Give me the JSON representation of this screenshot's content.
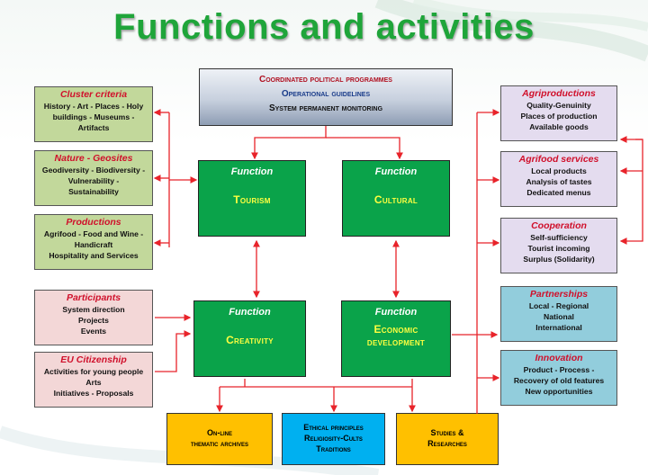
{
  "slide": {
    "title": "Functions and activities"
  },
  "colors": {
    "title": "#1fa53a",
    "function_box": "#0aa34a",
    "function_name": "#ffff40",
    "arrow": "#e8232a",
    "heading": "#d0102b"
  },
  "top_box": {
    "line1": "Coordinated political programmes",
    "line2": "Operational guidelines",
    "line3": "System permanent monitoring"
  },
  "left_boxes": [
    {
      "heading": "Cluster criteria",
      "lines": [
        "History - Art - Places - Holy",
        "buildings - Museums -",
        "Artifacts"
      ]
    },
    {
      "heading": "Nature - Geosites",
      "lines": [
        "Geodiversity - Biodiversity -",
        "Vulnerability -",
        "Sustainability"
      ]
    },
    {
      "heading": "Productions",
      "lines": [
        "Agrifood - Food and Wine -",
        "Handicraft",
        "Hospitality and Services"
      ]
    },
    {
      "heading": "Participants",
      "lines": [
        "System direction",
        "Projects",
        "Events"
      ]
    },
    {
      "heading": "EU Citizenship",
      "lines": [
        "Activities for young people",
        "Arts",
        "Initiatives - Proposals"
      ]
    }
  ],
  "right_boxes": [
    {
      "heading": "Agriproductions",
      "lines": [
        "Quality-Genuinity",
        "Places of production",
        "Available goods"
      ]
    },
    {
      "heading": "Agrifood services",
      "lines": [
        "Local products",
        "Analysis of tastes",
        "Dedicated menus"
      ]
    },
    {
      "heading": "Cooperation",
      "lines": [
        "Self-sufficiency",
        "Tourist incoming",
        "Surplus (Solidarity)"
      ]
    },
    {
      "heading": "Partnerships",
      "lines": [
        "Local - Regional",
        "National",
        "International"
      ]
    },
    {
      "heading": "Innovation",
      "lines": [
        "Product - Process -",
        "Recovery of old features",
        "New opportunities"
      ]
    }
  ],
  "functions": [
    {
      "label": "Function",
      "name": "Tourism"
    },
    {
      "label": "Function",
      "name": "Cultural"
    },
    {
      "label": "Function",
      "name": "Creativity"
    },
    {
      "label": "Function",
      "name": "Economic",
      "name2": "development"
    }
  ],
  "bottom_boxes": [
    {
      "lines": [
        "On-line",
        "thematic archives"
      ]
    },
    {
      "lines": [
        "Ethical principles",
        "Religiosity-Cults",
        "Traditions"
      ]
    },
    {
      "lines": [
        "Studies &",
        "Researches"
      ]
    }
  ]
}
